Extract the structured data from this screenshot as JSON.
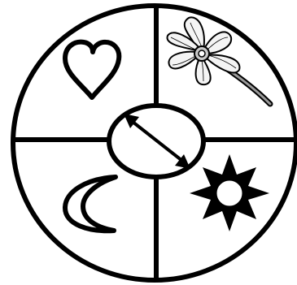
{
  "emblem": {
    "segments": [
      "heart",
      "flower",
      "crescent-moon",
      "sun"
    ],
    "center": "double-headed-arrow",
    "colors": {
      "stroke": "#000000",
      "background": "#ffffff",
      "flower_stem": "#9a9a9a",
      "flower_petal": "#f4f4f4",
      "flower_center": "#c8c8c8"
    }
  }
}
